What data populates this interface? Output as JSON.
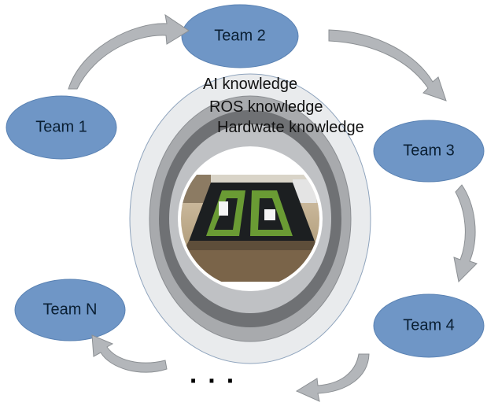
{
  "colors": {
    "team_fill": "#6f96c6",
    "team_stroke": "#5a82b3",
    "arrow_fill": "#b3b6ba",
    "arrow_stroke": "#8c9094",
    "ring_outer": "#e9ebed",
    "ring_middle": "#a8aaad",
    "ring_inner": "#6f7174"
  },
  "diagram": {
    "teams": [
      {
        "id": "team-1",
        "label": "Team 1"
      },
      {
        "id": "team-2",
        "label": "Team 2"
      },
      {
        "id": "team-3",
        "label": "Team 3"
      },
      {
        "id": "team-4",
        "label": "Team 4"
      },
      {
        "id": "team-n",
        "label": "Team N"
      }
    ],
    "ellipsis": "...",
    "rings": [
      {
        "label": "AI knowledge"
      },
      {
        "label": "ROS knowledge"
      },
      {
        "label": "Hardwate knowledge"
      }
    ],
    "center_image": "photo of robot track mat in a lab"
  }
}
